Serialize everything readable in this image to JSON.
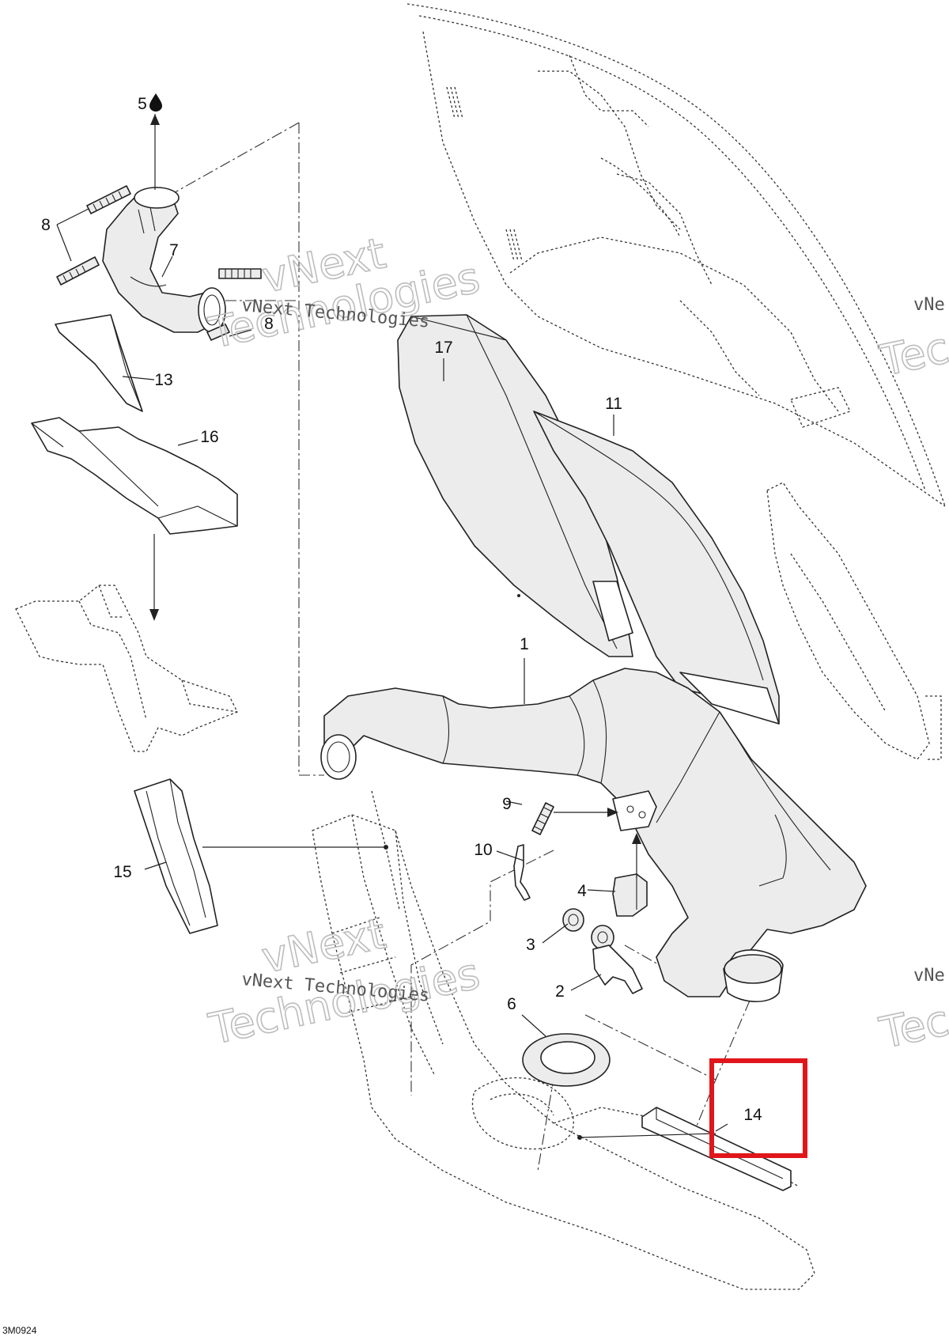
{
  "diagram": {
    "callouts": {
      "c1": "1",
      "c2": "2",
      "c3": "3",
      "c4": "4",
      "c5": "5",
      "c6": "6",
      "c7": "7",
      "c8a": "8",
      "c8b": "8",
      "c9": "9",
      "c10": "10",
      "c11": "11",
      "c13": "13",
      "c14": "14",
      "c15": "15",
      "c16": "16",
      "c17": "17"
    },
    "highlight": {
      "target": "14",
      "color": "#e0161b"
    },
    "watermark": {
      "line1": "vNext Technologies",
      "line2a": "vNext",
      "line2b": "Technologies",
      "edge1": "vNe",
      "edge2": "Tec"
    },
    "reference_code": "3M0924",
    "colors": {
      "line": "#222222",
      "fill": "#ececec",
      "highlight": "#e0161b"
    }
  }
}
